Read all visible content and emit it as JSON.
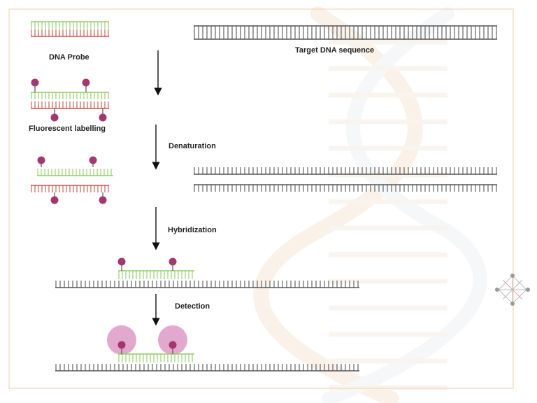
{
  "labels": {
    "dna_probe": "DNA Probe",
    "target_dna": "Target DNA sequence",
    "fluorescent_labelling": "Fluorescent labelling",
    "denaturation": "Denaturation",
    "hybridization": "Hybridization",
    "detection": "Detection"
  },
  "colors": {
    "frame": "#f2d6b3",
    "probe_strand_green": "#8fce63",
    "probe_strand_red": "#c9544a",
    "target_strand": "#555555",
    "label_dot": "#a3386f",
    "glow": "#d98bbd",
    "watermark": "#f6e6d8"
  },
  "icons": [
    "logo-watermark-icon"
  ]
}
